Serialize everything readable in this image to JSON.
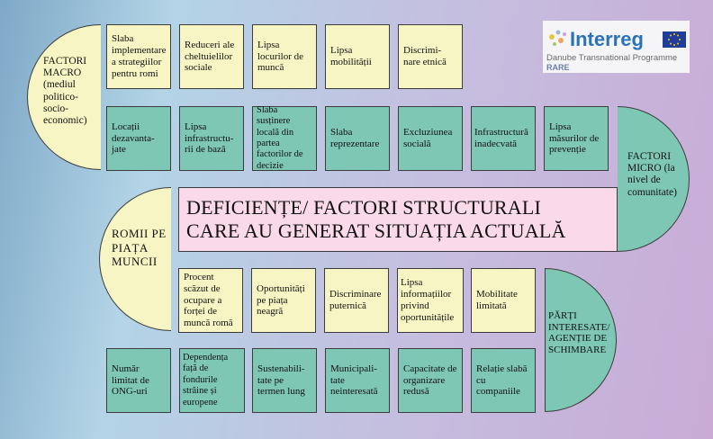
{
  "title": {
    "line1": "DEFICIENȚE/ FACTORI STRUCTURALI",
    "line2": "CARE AU GENERAT SITUAȚIA ACTUALĂ"
  },
  "logo": {
    "brand": "Interreg",
    "program": "Danube Transnational Programme",
    "project": "RARE",
    "colors": {
      "brand": "#2a73b6",
      "flag": "#1f3d99",
      "stars": "#ffcc00"
    }
  },
  "caps": {
    "macro": "FACTORI MACRO (mediul politico-socio-economic)",
    "micro": "FACTORI MICRO (la nivel de comunitate)",
    "romii": "ROMII PE PIAȚA MUNCII",
    "parti": "PĂRȚI INTERESATE/ AGENȚIE DE SCHIMBARE"
  },
  "row1": [
    "Slaba implementare a strategiilor pentru romi",
    "Reduceri ale cheltuielilor sociale",
    "Lipsa locurilor de muncă",
    "Lipsa mobilității",
    "Discrimi-nare etnică"
  ],
  "row2": [
    "Locații dezavanta-jate",
    "Lipsa infrastructu-rii de bază",
    "Slaba susținere locală din partea factorilor de decizie",
    "Slaba reprezentare",
    "Excluziunea socială",
    "Infrastructură inadecvată",
    "Lipsa măsurilor de prevenție"
  ],
  "row3": [
    "Procent scăzut de ocupare a forței de muncă romă",
    "Oportunități pe piața neagră",
    "Discriminare puternică",
    "Lipsa informațiilor privind oportunitățile",
    "Mobilitate limitată"
  ],
  "row4": [
    "Număr limitat de ONG-uri",
    "Dependența față de fondurile străine și europene",
    "Sustenabili-tate pe termen lung",
    "Municipali-tate neinteresată",
    "Capacitate de organizare redusă",
    "Relație slabă cu companiile"
  ],
  "colors": {
    "yellow": "#f8f5c4",
    "teal": "#7fc7b5",
    "pink": "#fad9e8"
  }
}
